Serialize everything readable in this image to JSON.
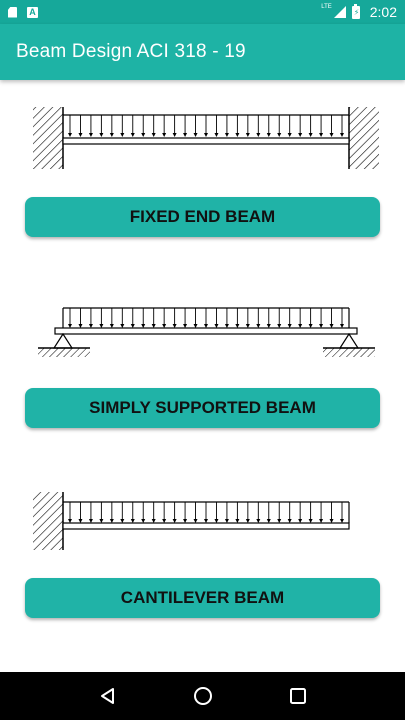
{
  "status_bar": {
    "network_label": "LTE",
    "time": "2:02",
    "icons": [
      "sd-card-icon",
      "a-notification-icon",
      "signal-icon",
      "battery-icon"
    ]
  },
  "app_bar": {
    "title": "Beam Design ACI 318 - 19",
    "color": "#1eb3a5"
  },
  "buttons": {
    "fixed_end": "FIXED END BEAM",
    "simply_supported": "SIMPLY SUPPORTED BEAM",
    "cantilever": "CANTILEVER BEAM",
    "color": "#20b3a7"
  },
  "nav_bar": {
    "icons": [
      "back-icon",
      "home-icon",
      "recents-icon"
    ]
  }
}
